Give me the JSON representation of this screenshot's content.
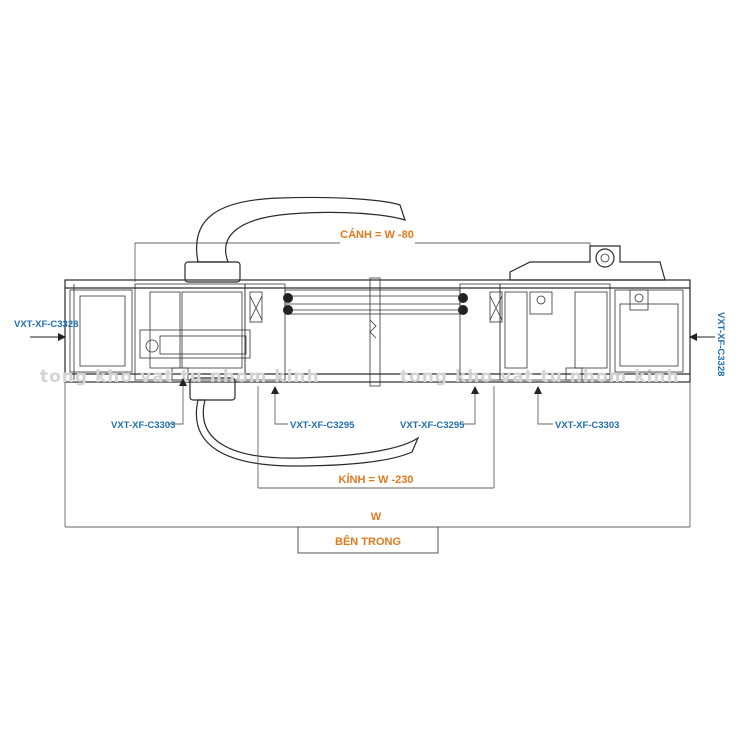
{
  "labels": {
    "left_outer_profile": "VXT-XF-C3328",
    "right_outer_profile": "VXT-XF-C3328",
    "left_sash_profile": "VXT-XF-C3303",
    "right_sash_profile": "VXT-XF-C3303",
    "left_bead_profile": "VXT-XF-C3295",
    "right_bead_profile": "VXT-XF-C3295"
  },
  "dimensions": {
    "sash_width": "CÁNH = W -80",
    "glass_width": "KÍNH = W -230",
    "total_width": "W",
    "inside_side": "BÊN TRONG"
  },
  "watermark": {
    "left": "tong kho vat tu nhom kinh",
    "right": "tong kho vat tu nhom kinh"
  },
  "colors": {
    "profile_label": "#1f6fb2",
    "dimension_label": "#e07a1f",
    "line": "#2a2a2a",
    "watermark": "#d4d4d4"
  }
}
